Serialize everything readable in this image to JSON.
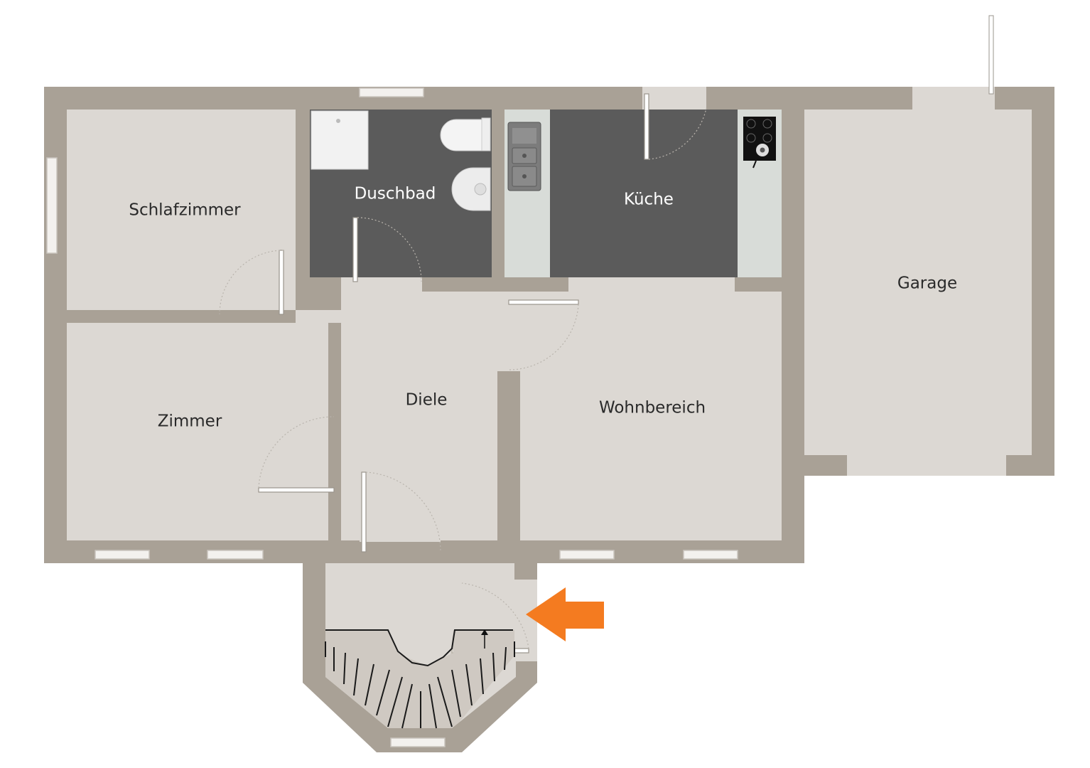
{
  "rooms": {
    "schlafzimmer": "Schlafzimmer",
    "duschbad": "Duschbad",
    "kueche": "Küche",
    "garage": "Garage",
    "zimmer": "Zimmer",
    "diele": "Diele",
    "wohnbereich": "Wohnbereich"
  },
  "icons": {
    "entrance": "entrance-arrow-icon",
    "stair_direction": "stair-direction-arrow-icon"
  },
  "colors": {
    "wall": "#a9a196",
    "floor_light": "#dcd8d3",
    "floor_dark": "#5b5b5b",
    "entrance_arrow": "#f47b20"
  }
}
